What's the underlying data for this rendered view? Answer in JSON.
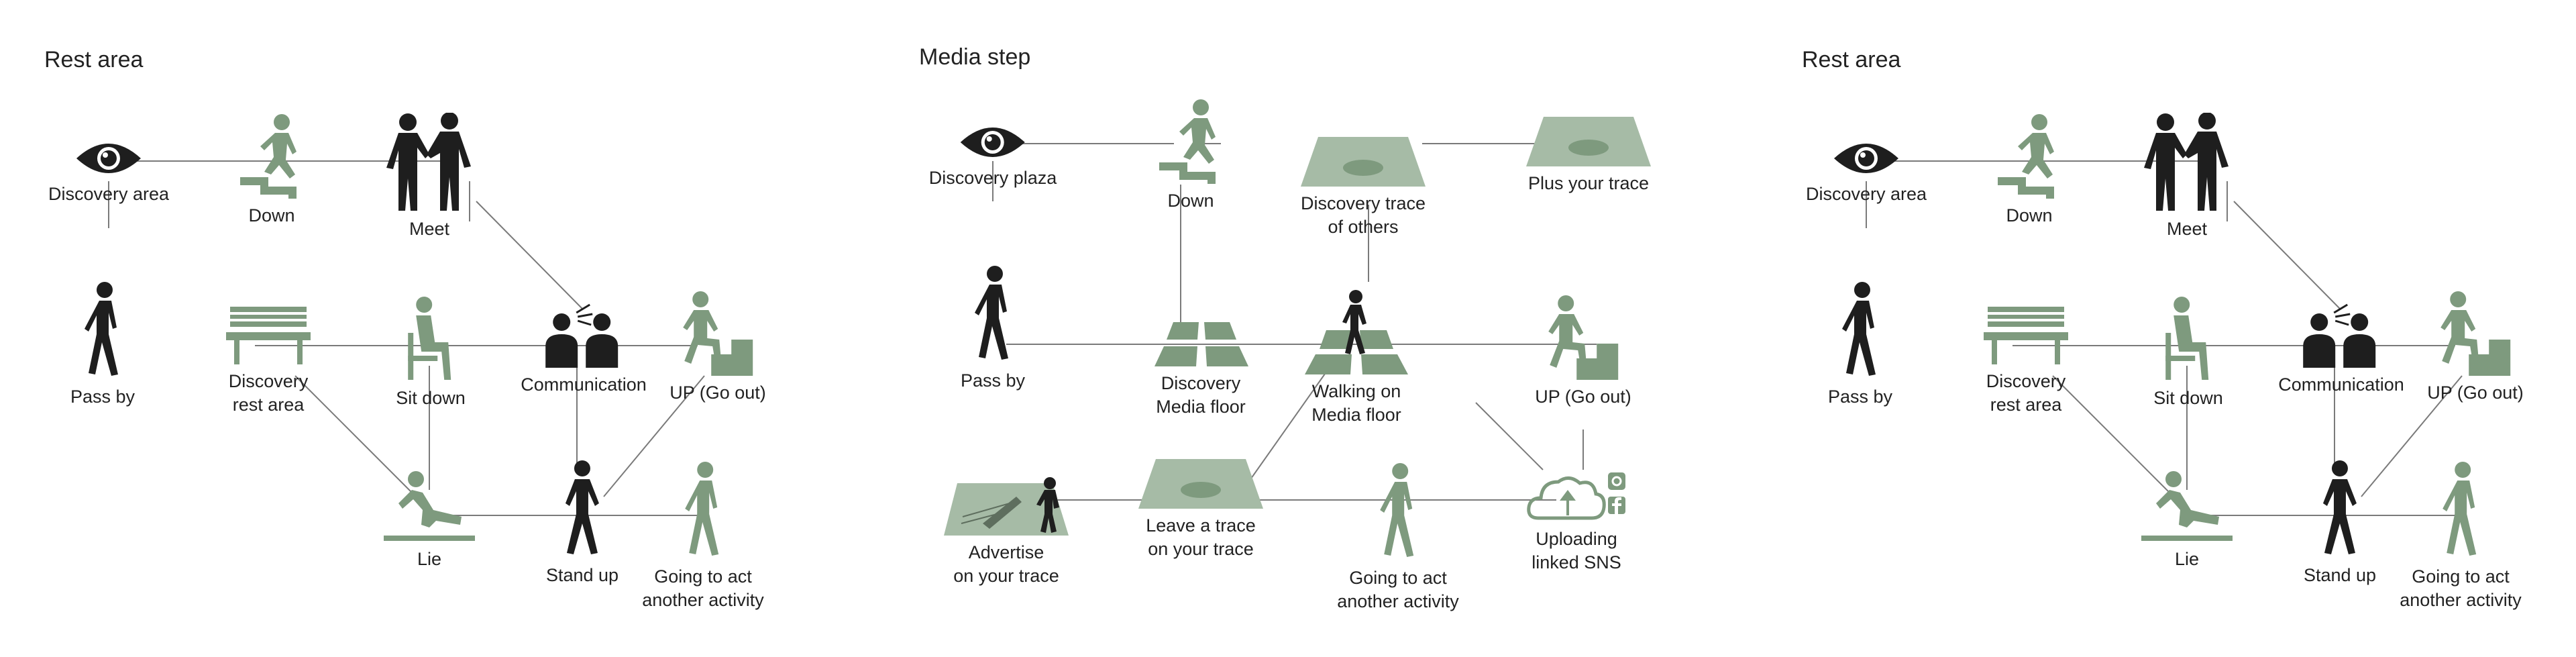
{
  "colors": {
    "accent_green": "#7E9A7E",
    "light_green": "#A6BBA6",
    "dark": "#1E1E1E",
    "line": "#7a7a7a"
  },
  "panels": [
    {
      "title": "Rest area",
      "nodes": [
        {
          "label": "Discovery area",
          "icon": "eye-icon"
        },
        {
          "label": "Down",
          "icon": "person-walking-down-stairs-icon"
        },
        {
          "label": "Meet",
          "icon": "two-people-meeting-icon"
        },
        {
          "label": "Pass by",
          "icon": "person-walking-icon"
        },
        {
          "label": "Discovery\nrest area",
          "icon": "bench-icon"
        },
        {
          "label": "Sit down",
          "icon": "person-sitting-icon"
        },
        {
          "label": "Communication",
          "icon": "two-people-talking-icon"
        },
        {
          "label": "UP (Go out)",
          "icon": "person-climbing-stairs-icon"
        },
        {
          "label": "Lie",
          "icon": "person-lying-icon"
        },
        {
          "label": "Stand up",
          "icon": "person-standing-icon"
        },
        {
          "label": "Going to act\nanother activity",
          "icon": "person-walking-icon"
        }
      ]
    },
    {
      "title": "Media step",
      "nodes": [
        {
          "label": "Discovery plaza",
          "icon": "eye-icon"
        },
        {
          "label": "Down",
          "icon": "person-walking-down-stairs-icon"
        },
        {
          "label": "Discovery trace\nof others",
          "icon": "floor-trace-icon"
        },
        {
          "label": "Plus your trace",
          "icon": "floor-trace-icon"
        },
        {
          "label": "Pass by",
          "icon": "person-walking-icon"
        },
        {
          "label": "Discovery\nMedia floor",
          "icon": "media-floor-icon"
        },
        {
          "label": "Walking on\nMedia floor",
          "icon": "person-on-media-floor-icon"
        },
        {
          "label": "UP (Go out)",
          "icon": "person-climbing-stairs-icon"
        },
        {
          "label": "Advertise\non your trace",
          "icon": "advertise-floor-icon"
        },
        {
          "label": "Leave a trace\non your trace",
          "icon": "floor-trace-icon"
        },
        {
          "label": "Going to act\nanother activity",
          "icon": "person-walking-icon"
        },
        {
          "label": "Uploading\nlinked SNS",
          "icon": "cloud-upload-icon"
        }
      ]
    },
    {
      "title": "Rest area",
      "nodes": [
        {
          "label": "Discovery area",
          "icon": "eye-icon"
        },
        {
          "label": "Down",
          "icon": "person-walking-down-stairs-icon"
        },
        {
          "label": "Meet",
          "icon": "two-people-meeting-icon"
        },
        {
          "label": "Pass by",
          "icon": "person-walking-icon"
        },
        {
          "label": "Discovery\nrest area",
          "icon": "bench-icon"
        },
        {
          "label": "Sit down",
          "icon": "person-sitting-icon"
        },
        {
          "label": "Communication",
          "icon": "two-people-talking-icon"
        },
        {
          "label": "UP (Go out)",
          "icon": "person-climbing-stairs-icon"
        },
        {
          "label": "Lie",
          "icon": "person-lying-icon"
        },
        {
          "label": "Stand up",
          "icon": "person-standing-icon"
        },
        {
          "label": "Going to act\nanother activity",
          "icon": "person-walking-icon"
        }
      ]
    }
  ]
}
